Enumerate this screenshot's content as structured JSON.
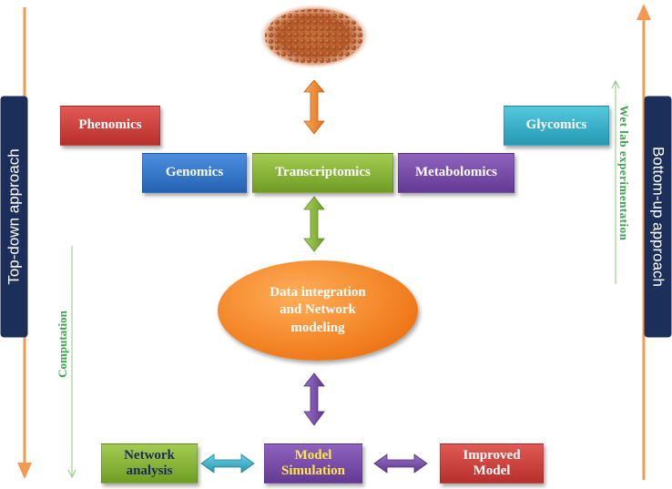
{
  "top_left_box": "Phenomics",
  "top_right_box": "Glycomics",
  "row_boxes": {
    "genomics": "Genomics",
    "transcriptomics": "Transcriptomics",
    "metabolomics": "Metabolomics"
  },
  "central_node": "Data integration and Network modeling",
  "bottom_boxes": {
    "network_analysis": "Network analysis",
    "model_simulation": "Model Simulation",
    "improved_model": "Improved Model"
  },
  "side_labels": {
    "left": "Top-down approach",
    "right": "Bottom-up approach"
  },
  "annotations": {
    "computation": "Computation",
    "wet_lab": "Wet lab experimentation"
  },
  "colors": {
    "left_arrow": "#f39a52",
    "right_arrow": "#f39a52",
    "side_label_bg": "#1c2f5a",
    "annotation_text": "#3aa64a",
    "annotation_line": "#8bc77a"
  },
  "icons": {
    "seeds": "seed-cluster-image"
  }
}
